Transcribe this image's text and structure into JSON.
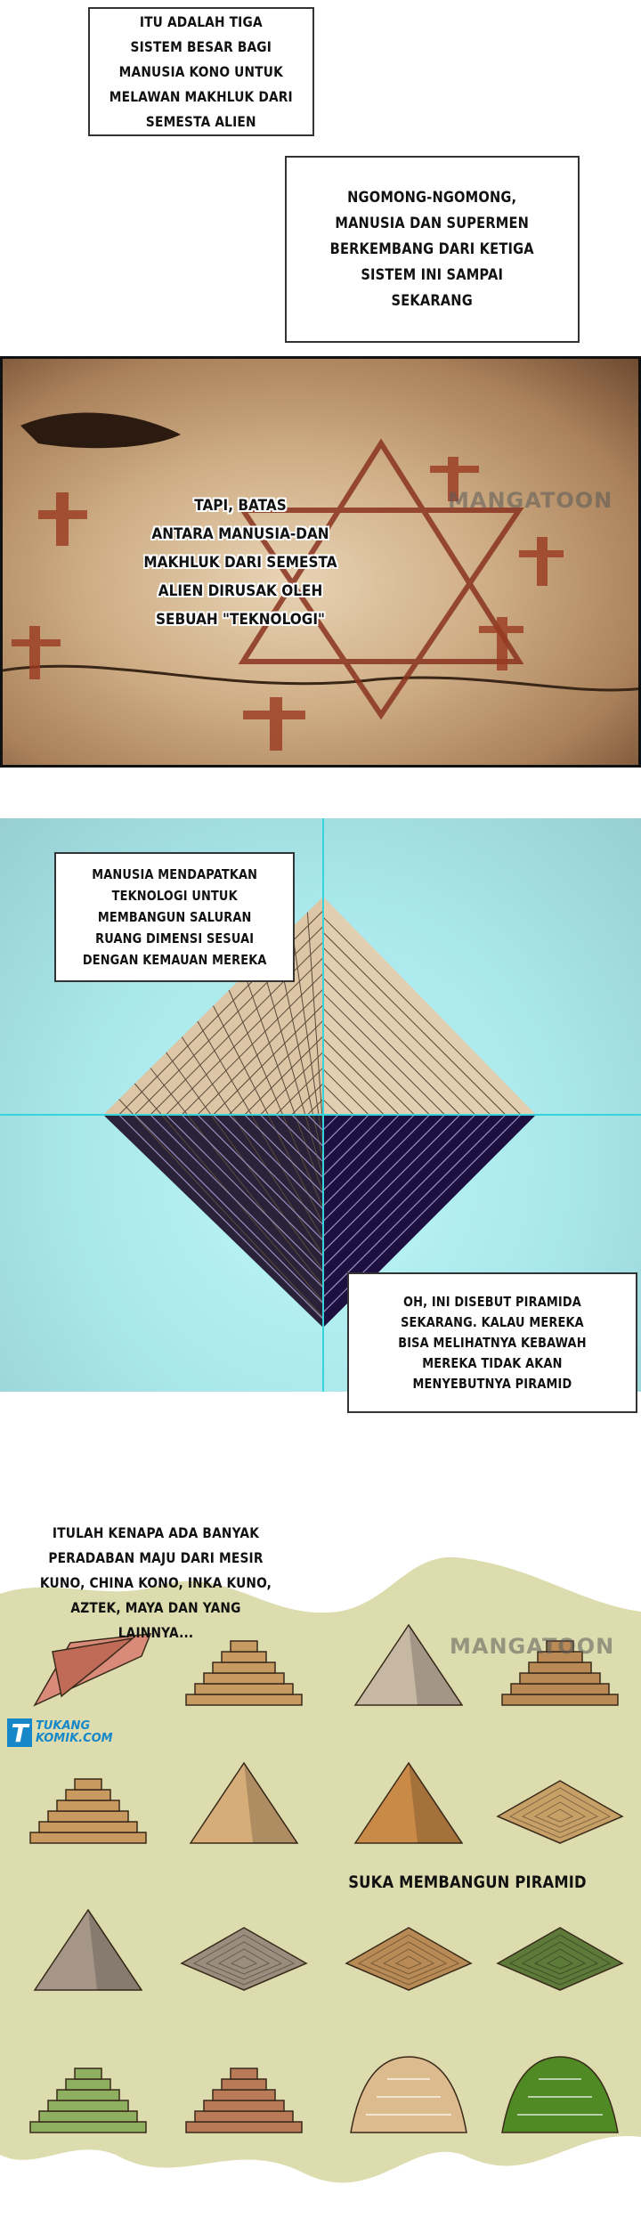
{
  "captions": {
    "box1": "ITU ADALAH TIGA\nSISTEM BESAR BAGI\nMANUSIA KONO UNTUK\nMELAWAN MAKHLUK DARI\nSEMESTA ALIEN",
    "box2": "NGOMONG-NGOMONG,\nMANUSIA DAN SUPERMEN\nBERKEMBANG DARI KETIGA\nSISTEM INI SAMPAI\nSEKARANG",
    "cave": "TAPI, BATAS\nANTARA MANUSIA-DAN\nMAKHLUK DARI SEMESTA\nALIEN DIRUSAK OLEH\nSEBUAH \"TEKNOLOGI\"",
    "box3": "MANUSIA MENDAPATKAN\nTEKNOLOGI UNTUK\nMEMBANGUN SALURAN\nRUANG DIMENSI SESUAI\nDENGAN KEMAUAN MEREKA",
    "box4": "OH, INI DISEBUT PIRAMIDA\nSEKARANG. KALAU MEREKA\nBISA MELIHATNYA KEBAWAH\nMEREKA TIDAK AKAN\nMENYEBUTNYA PIRAMID",
    "bottom_intro": "ITULAH KENAPA ADA BANYAK\nPERADABAN MAJU DARI MESIR\nKUNO, CHINA KONO, INKA KUNO,\nAZTEK, MAYA DAN YANG\nLAINNYA...",
    "bottom_tag": "SUKA MEMBANGUN PIRAMID"
  },
  "watermarks": {
    "mangatoon": "MANGATOON",
    "logo_letter": "T",
    "logo_line1": "TUKANG",
    "logo_line2": "KOMIK.COM"
  },
  "colors": {
    "sky": "#a8e7ea",
    "guide_line": "#36d3dc",
    "pyramid_top": "#dcc6a6",
    "pyramid_bottom_left": "#2a2238",
    "pyramid_bottom_right": "#1c1040",
    "parchment": "#dcdcae"
  },
  "pyramids": [
    {
      "icon": "ramp-temple-icon",
      "shape": "ramp",
      "color": "#d98a78"
    },
    {
      "icon": "step-pyramid-icon",
      "shape": "step",
      "color": "#c79a62"
    },
    {
      "icon": "giza-pyramid-icon",
      "shape": "tri",
      "color": "#c7b8a4"
    },
    {
      "icon": "ziggurat-icon",
      "shape": "step",
      "color": "#b98a55"
    },
    {
      "icon": "ziggurat-stair-icon",
      "shape": "step",
      "color": "#c89a60"
    },
    {
      "icon": "pyramid-with-gate-icon",
      "shape": "tri",
      "color": "#d6ad78"
    },
    {
      "icon": "twin-pyramid-icon",
      "shape": "tri",
      "color": "#c98a48"
    },
    {
      "icon": "flat-step-pyramid-icon",
      "shape": "flat",
      "color": "#c7a067"
    },
    {
      "icon": "grey-pyramid-icon",
      "shape": "tri",
      "color": "#a59688"
    },
    {
      "icon": "stone-step-pyramid-icon",
      "shape": "flat",
      "color": "#9a8d7e"
    },
    {
      "icon": "striped-pyramid-icon",
      "shape": "flat",
      "color": "#b88a55"
    },
    {
      "icon": "green-mound-pyramid-icon",
      "shape": "flat",
      "color": "#5d7a3a"
    },
    {
      "icon": "green-step-pyramid-icon",
      "shape": "step",
      "color": "#8fb060"
    },
    {
      "icon": "mayan-pyramid-icon",
      "shape": "step",
      "color": "#b97a58"
    },
    {
      "icon": "round-dome-pyramid-icon",
      "shape": "dome",
      "color": "#dcbb8e"
    },
    {
      "icon": "green-hill-pyramid-icon",
      "shape": "dome",
      "color": "#4f8a25"
    }
  ]
}
